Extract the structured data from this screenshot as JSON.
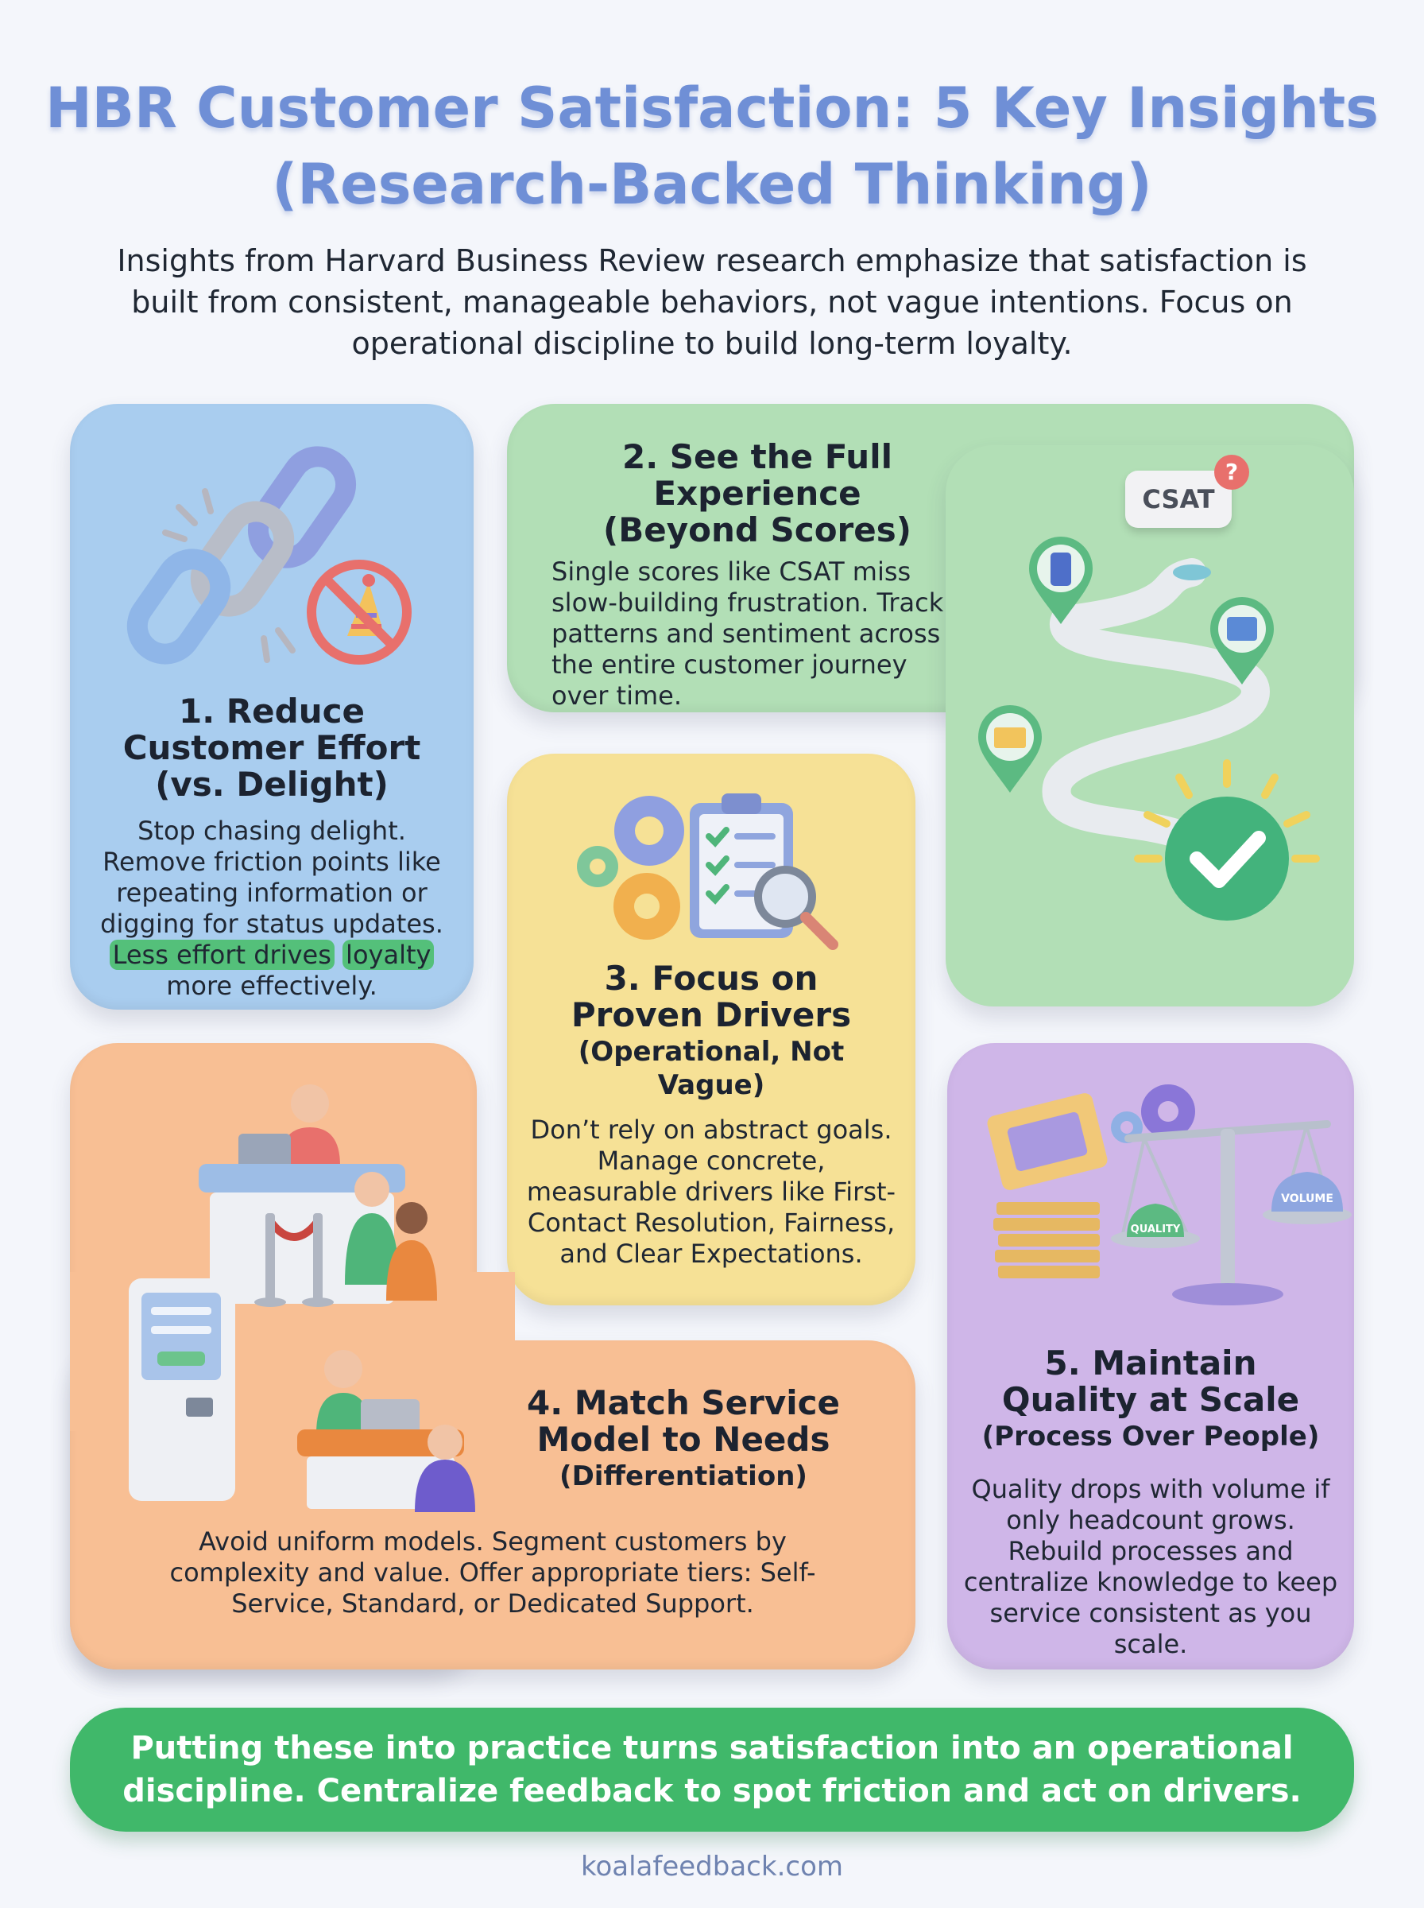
{
  "header": {
    "title_line1": "HBR Customer Satisfaction: 5 Key Insights",
    "title_line2": "(Research-Backed Thinking)",
    "subtitle": "Insights from Harvard Business Review research emphasize that satisfaction is built from consistent, manageable behaviors, not vague intentions. Focus on operational discipline to build long-term loyalty."
  },
  "cards": {
    "card1": {
      "title": "1. Reduce Customer Effort (vs. Delight)",
      "body_before": "Stop chasing delight. Remove friction points like repeating information or digging for status updates. ",
      "body_highlight_1": "Less effort drives",
      "body_highlight_2": "loyalty",
      "body_after": " more effectively."
    },
    "card2": {
      "title": "2. See the Full Experience (Beyond Scores)",
      "body": "Single scores like CSAT miss slow-building frustration. Track patterns and sentiment across the entire customer journey over time.",
      "badge_label": "CSAT",
      "badge_mark": "?"
    },
    "card3": {
      "title": "3. Focus on Proven Drivers",
      "subtitle": "(Operational, Not Vague)",
      "body": "Don’t rely on abstract goals. Manage concrete, measurable drivers like First-Contact Resolution, Fairness, and Clear Expectations."
    },
    "card4": {
      "title": "4. Match Service Model to Needs",
      "subtitle": "(Differentiation)",
      "body": "Avoid uniform models. Segment customers by complexity and value. Offer appropriate tiers: Self-Service, Standard, or Dedicated Support."
    },
    "card5": {
      "title": "5. Maintain Quality at Scale",
      "subtitle": "(Process Over People)",
      "body": "Quality drops with volume if only headcount grows. Rebuild processes and centralize knowledge to keep service consistent as you scale.",
      "scale_left_label": "QUALITY",
      "scale_right_label": "VOLUME"
    }
  },
  "icons": {
    "card1": [
      "broken-chain-icon",
      "no-party-icon"
    ],
    "card2": [
      "csat-bubble-icon",
      "journey-path-icon",
      "phone-pin-icon",
      "browser-pin-icon",
      "email-pin-icon",
      "checkmark-sun-icon"
    ],
    "card3": [
      "gears-icon",
      "checklist-clipboard-icon",
      "magnifier-icon"
    ],
    "card4": [
      "service-desk-icon",
      "kiosk-icon",
      "queue-rope-icon",
      "laptop-desk-icon",
      "people-icon"
    ],
    "card5": [
      "ticket-stack-icon",
      "gears-icon",
      "balance-scale-icon"
    ]
  },
  "colors": {
    "title": "#6f8fd6",
    "card1": "#a9cdef",
    "card2": "#b2dfb6",
    "card3": "#f6e196",
    "card4": "#f8bf94",
    "card5": "#cfb6e8",
    "highlight": "#54c07a",
    "banner": "#40b86a"
  },
  "banner": {
    "text": "Putting these into practice turns satisfaction into an operational discipline. Centralize feedback to spot friction and act on drivers."
  },
  "footer": {
    "site": "koalafeedback.com"
  }
}
